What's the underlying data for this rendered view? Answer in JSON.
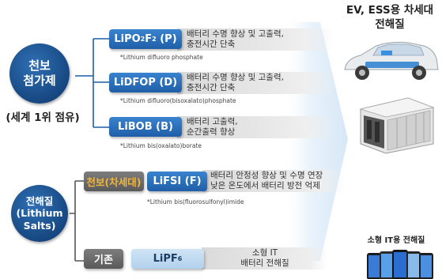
{
  "circles": {
    "additive_line1": "천보",
    "additive_line2": "첨가제",
    "electrolyte_line1": "전해질",
    "electrolyte_line2": "(Lithium",
    "electrolyte_line3": "Salts)"
  },
  "rank_caption": "(세계 1위 점유)",
  "headings": {
    "ev_ess_line1": "EV, ESS용 차세대",
    "ev_ess_line2": "전해질",
    "small_it": "소형 IT용 전해질"
  },
  "additives": [
    {
      "name_main": "LiPO",
      "name_sub1": "2",
      "name_mid": "F",
      "name_sub2": "2",
      "name_tail": " (P)",
      "desc_line1": "배터리 수명 향상 및 고출력,",
      "desc_line2": "충전시간 단축",
      "note": "*Lithium difluoro phosphate"
    },
    {
      "name": "LiDFOP (D)",
      "desc_line1": "배터리 수명 향상 및 고출력,",
      "desc_line2": "충전시간 단축",
      "note": "*Lithium difluoro(bisoxalato)phosphate"
    },
    {
      "name": "LiBOB (B)",
      "desc_line1": "배터리 고출력,",
      "desc_line2": "순간출력 향상",
      "note": "*Lithium bis(oxalato)borate"
    }
  ],
  "salts": {
    "next_gen_label": "천보(차세대)",
    "lifsi_name": "LiFSI (F)",
    "lifsi_desc_line1": "배터리 안정성 향상 및 수명 연장",
    "lifsi_desc_line2": "낮은 온도에서 배터리 방전 억제",
    "lifsi_note": "*Lithium bis(fluorosulfonyl)imide",
    "existing_label": "기존",
    "lipf_main": "LiPF",
    "lipf_sub": "6",
    "lipf_desc_line1": "소형 IT",
    "lipf_desc_line2": "배터리 전해질"
  },
  "colors": {
    "circle_blue": "#1f5fa8",
    "pill_blue": "#2a70bd",
    "pill_grey": "#6b6b6b",
    "next_gen_text": "#f0b43c",
    "arrow": "#d7e9f7"
  },
  "icons": [
    "ev-car-image",
    "ess-cabinet-image",
    "smartphones-image"
  ]
}
